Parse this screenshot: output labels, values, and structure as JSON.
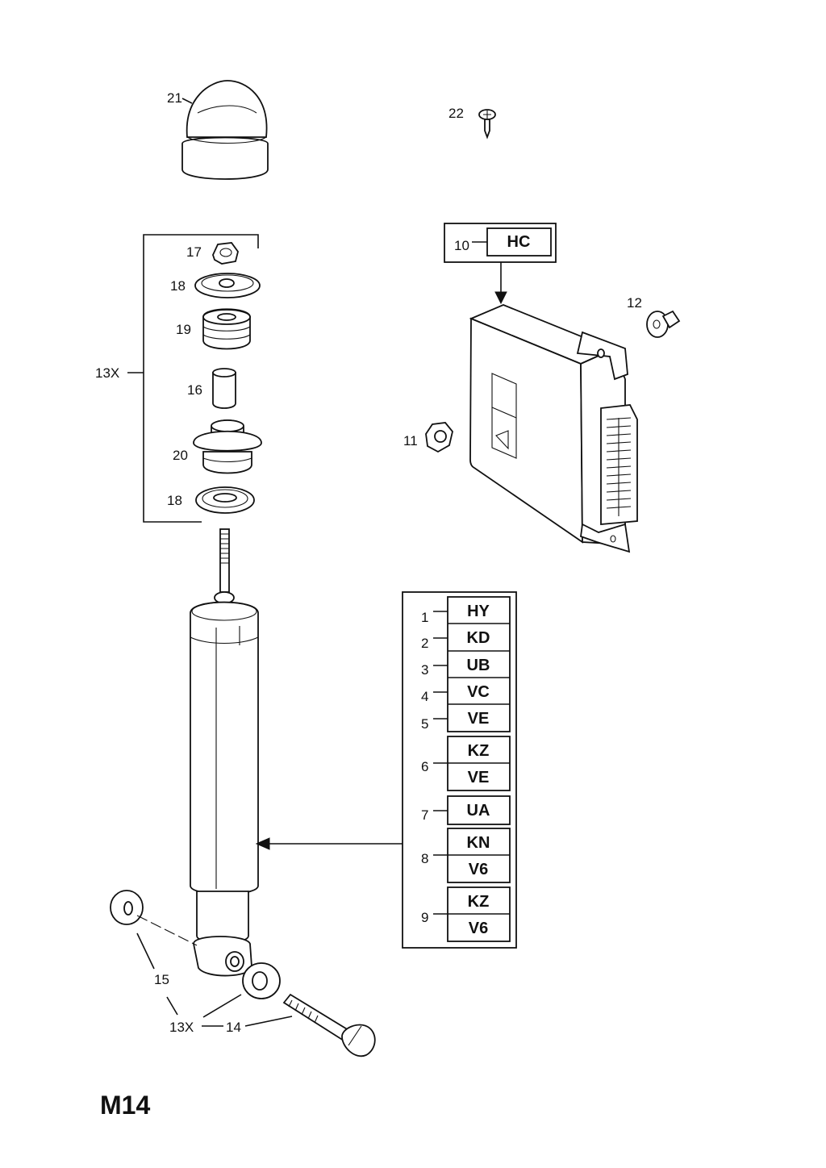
{
  "page_id": "M14",
  "callouts": {
    "c21": "21",
    "c22": "22",
    "c17": "17",
    "c18a": "18",
    "c19": "19",
    "c13x_top": "13X",
    "c16": "16",
    "c20": "20",
    "c18b": "18",
    "c10": "10",
    "c12": "12",
    "c11": "11",
    "c15": "15",
    "c13x_bottom": "13X",
    "c14": "14"
  },
  "ecu_code": "HC",
  "variant_table": [
    {
      "num": "1",
      "codes": [
        "HY"
      ]
    },
    {
      "num": "2",
      "codes": [
        "KD"
      ]
    },
    {
      "num": "3",
      "codes": [
        "UB"
      ]
    },
    {
      "num": "4",
      "codes": [
        "VC"
      ]
    },
    {
      "num": "5",
      "codes": [
        "VE"
      ]
    },
    {
      "num": "6",
      "codes": [
        "KZ",
        "VE"
      ]
    },
    {
      "num": "7",
      "codes": [
        "UA"
      ]
    },
    {
      "num": "8",
      "codes": [
        "KN",
        "V6"
      ]
    },
    {
      "num": "9",
      "codes": [
        "KZ",
        "V6"
      ]
    }
  ]
}
